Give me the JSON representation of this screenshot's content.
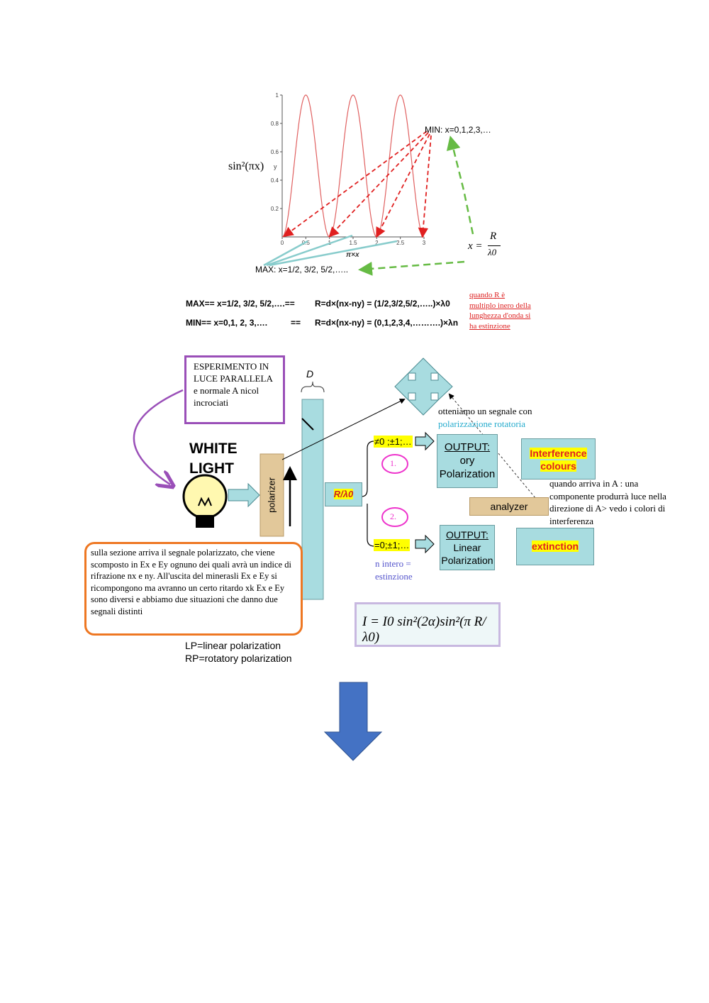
{
  "plot": {
    "ylabel_formula": "sin²(πx)",
    "y_axis_name": "y",
    "x_axis_name": "π×x",
    "y_ticks": [
      "0.2",
      "0.4",
      "0.6",
      "0.8",
      "1"
    ],
    "x_ticks": [
      "0",
      "0.5",
      "1",
      "1.5",
      "2",
      "2.5",
      "3"
    ],
    "min_label": "MIN: x=0,1,2,3,…",
    "max_label": "MAX: x=1/2, 3/2, 5/2,…..",
    "x_formula_left": "x =",
    "x_formula_num": "R",
    "x_formula_den": "λ0"
  },
  "chart_data": {
    "type": "line",
    "title": "",
    "xlabel": "π×x",
    "ylabel": "y",
    "xlim": [
      0,
      3
    ],
    "ylim": [
      0,
      1
    ],
    "function": "sin^2(pi*x)",
    "series": [
      {
        "x": [
          0,
          0.25,
          0.5,
          0.75,
          1,
          1.25,
          1.5,
          1.75,
          2,
          2.25,
          2.5,
          2.75,
          3
        ],
        "values": [
          0,
          0.5,
          1,
          0.5,
          0,
          0.5,
          1,
          0.5,
          0,
          0.5,
          1,
          0.5,
          0
        ]
      }
    ],
    "color": "#e06060"
  },
  "equations": {
    "max_left": "MAX== x=1/2, 3/2, 5/2,….==",
    "max_right": "R=d×(nx-ny) = (1/2,3/2,5/2,…..)×λ0",
    "min_left": "MIN== x=0,1, 2, 3,….",
    "min_mid": "==",
    "min_right": "R=d×(nx-ny) = (0,1,2,3,4,……….)×λn",
    "red_note": "quando R è multiplo inero della lunghezza d'onda si ha estinzione"
  },
  "diagram": {
    "experiment_box": "ESPERIMENTO IN LUCE PARALLELA e normale A nicol incrociati",
    "d_label": "D",
    "white_light": "WHITE LIGHT",
    "polarizer": "polarizer",
    "ratio_label": "R/λ0",
    "upper_condition": "≠0 ;±1;…",
    "lower_condition": "=0;±1;…",
    "circle_1": "1.",
    "circle_2": "2.",
    "output_upper_title": "OUTPUT:",
    "output_upper_body": "ory Polarization",
    "output_lower_title": "OUTPUT:",
    "output_lower_body": "Linear Polarization",
    "rotatory_note_1": "otteniamo un segnale con",
    "rotatory_note_2": "polarizzazione rotatoria",
    "interference": "Interference colours",
    "analyzer": "analyzer",
    "extinction": "extinction",
    "analyzer_note": "quando arriva in A : una componente produrrà luce nella direzione di A> vedo i colori di interferenza",
    "n_intero_note": "n intero = estinzione",
    "orange_note": "sulla sezione arriva il segnale polarizzato, che viene scomposto in Ex e Ey ognuno dei quali avrà un indice di rifrazione nx e ny. All'uscita del minerasli Ex e Ey si ricompongono ma avranno un certo ritardo xk Ex e Ey sono diversi e abbiamo due situazioni che danno due segnali distinti",
    "legend_lp": "LP=linear polarization",
    "legend_rp": "RP=rotatory polarization",
    "intensity_formula": "I = I0 sin²(2α)sin²(π R/λ0)"
  },
  "colors": {
    "curve": "#e06060",
    "red_dash": "#e02020",
    "green_dash": "#66bb44",
    "cyan_line": "#88cccc",
    "panel": "#a8dce0",
    "purple": "#9a4fb8",
    "orange": "#ee7722",
    "down_arrow": "#4472c4",
    "yellow": "#ffff00",
    "red_text": "#dd2222",
    "magenta": "#ee33cc"
  }
}
